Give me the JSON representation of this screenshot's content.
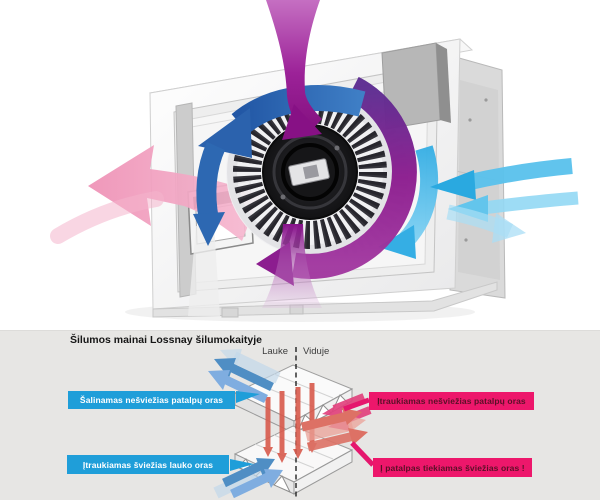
{
  "diagram": {
    "title": "Šilumos mainai Lossnay šilumokaityje",
    "zones": {
      "left": "Lauke",
      "right": "Viduje"
    },
    "labels": [
      {
        "text": "Šalinamas nešviežias patalpų oras",
        "color": "#1f9ed9"
      },
      {
        "text": "Įtraukiamas šviežias lauko oras",
        "color": "#1f9ed9"
      },
      {
        "text": "Įtraukiamas nešviežias patalpų oras",
        "color": "#ed176b"
      },
      {
        "text": "Į patalpas tiekiamas šviežias oras !",
        "color": "#ed176b"
      }
    ]
  },
  "colors": {
    "diagram_background": "#e7e6e4",
    "label_blue": "#1f9ed9",
    "label_pink": "#ed176b",
    "label_pink_text": "#5a1027",
    "arrow_exhaust_pink": "#f2a6c4",
    "arrow_return_blue": "#2d68b2",
    "arrow_outdoor_purple": "#8c1388",
    "arrow_supply_cyan": "#35aee4",
    "heat_transfer_red": "#d85a4c"
  }
}
